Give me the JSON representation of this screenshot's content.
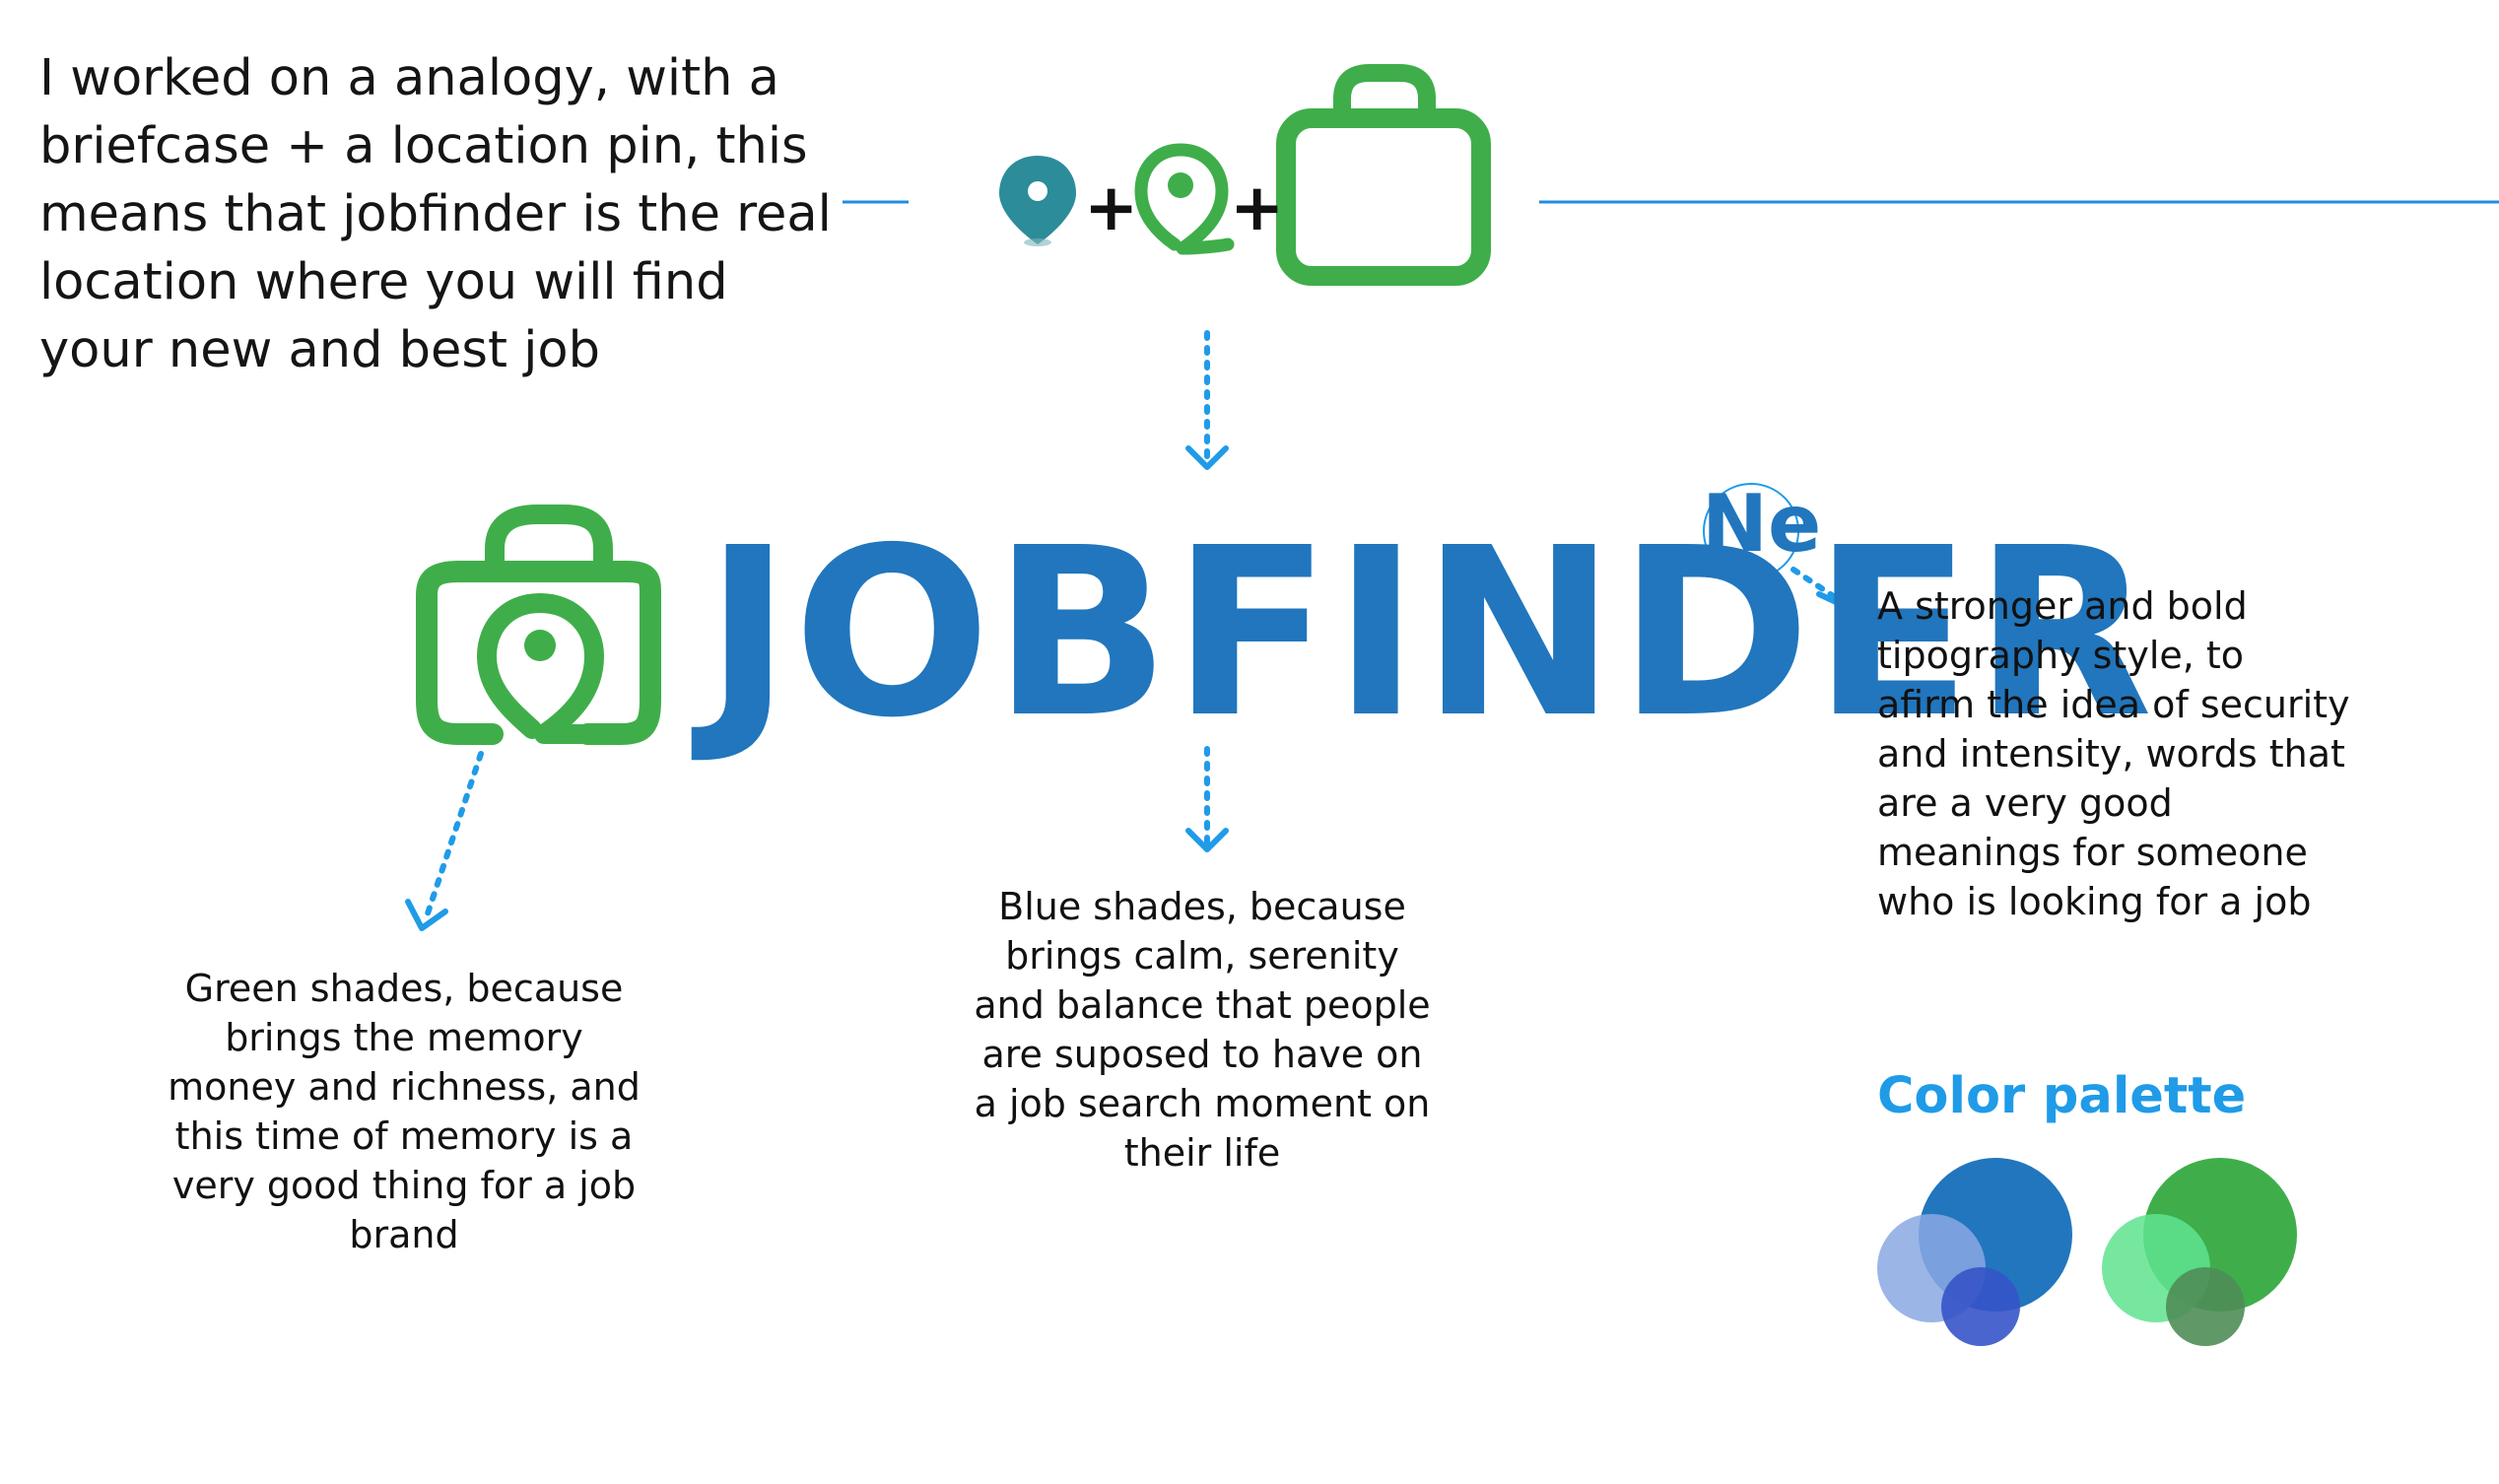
{
  "intro_text": "I worked on a analogy, with a briefcase + a location pin, this means that jobfinder is the real location where you will find your new and best job",
  "equation": {
    "plus_1": "+",
    "plus_2": "+"
  },
  "logo": {
    "wordmark": "JOBFINDER",
    "type_sample": "Ne"
  },
  "notes": {
    "green": "Green shades, because brings the memory money and richness, and this time of memory is a very good thing for a job brand",
    "blue": "Blue shades, because brings calm, serenity and balance that people are suposed to have on a job search moment on their life",
    "typography": "A stronger and bold tipography style, to afirm the idea of security and intensity, words that are a very good meanings for someone who is looking for a job"
  },
  "palette": {
    "title": "Color palette",
    "blue_shades": [
      "#2176bd",
      "#8aa8e3",
      "#3654c8"
    ],
    "green_shades": [
      "#3fae4a",
      "#5fe38f",
      "#4f8d58"
    ]
  },
  "colors": {
    "brand_green": "#3fae4a",
    "brand_blue": "#2176bd",
    "accent_blue": "#1f9be8",
    "teal_pin": "#2c8c99"
  },
  "icons": [
    "teal-location-pin-icon",
    "green-location-pin-icon",
    "briefcase-icon",
    "jobfinder-logo-icon"
  ]
}
